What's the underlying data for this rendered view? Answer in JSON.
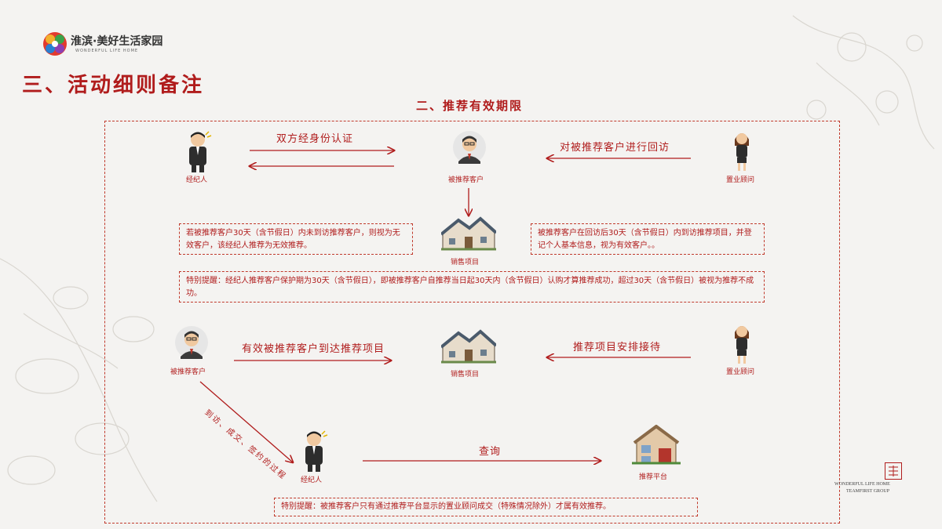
{
  "logo": {
    "cn": "淮滨·美好生活家园",
    "en": "WONDERFUL LIFE HOME"
  },
  "page_title": "三、活动细则备注",
  "section_title": "二、推荐有效期限",
  "row1": {
    "broker": "经纪人",
    "client": "被推荐客户",
    "consultant": "置业顾问",
    "arrow_left_label": "双方经身份认证",
    "arrow_right_label": "对被推荐客户进行回访",
    "sales": "销售项目"
  },
  "notes": {
    "left": "若被推荐客户30天（含节假日）内未到访推荐客户，则视为无效客户，该经纪人推荐为无效推荐。",
    "right": "被推荐客户在回访后30天（含节假日）内到访推荐项目，并登记个人基本信息，视为有效客户。。",
    "special1": "特别提醒：经纪人推荐客户保护期为30天（含节假日），即被推荐客户自推荐当日起30天内（含节假日）认购才算推荐成功，超过30天（含节假日）被视为推荐不成功。",
    "special2": "特别提醒：被推荐客户只有通过推荐平台显示的置业顾问成交（特殊情况除外）才属有效推荐。"
  },
  "row2": {
    "client": "被推荐客户",
    "arrow1_label": "有效被推荐客户到达推荐项目",
    "sales": "销售项目",
    "arrow2_label": "推荐项目安排接待",
    "consultant": "置业顾问"
  },
  "row3": {
    "diag_label": "到访、成交、签约的过程",
    "broker": "经纪人",
    "query_label": "查询",
    "platform": "推荐平台"
  },
  "footer": {
    "line1": "WONDERFUL LIFE HOME",
    "line2": "TEAMFIRST GROUP"
  },
  "colors": {
    "accent": "#b01c1c",
    "dashed": "#c0392b",
    "background": "#f4f3f1"
  }
}
